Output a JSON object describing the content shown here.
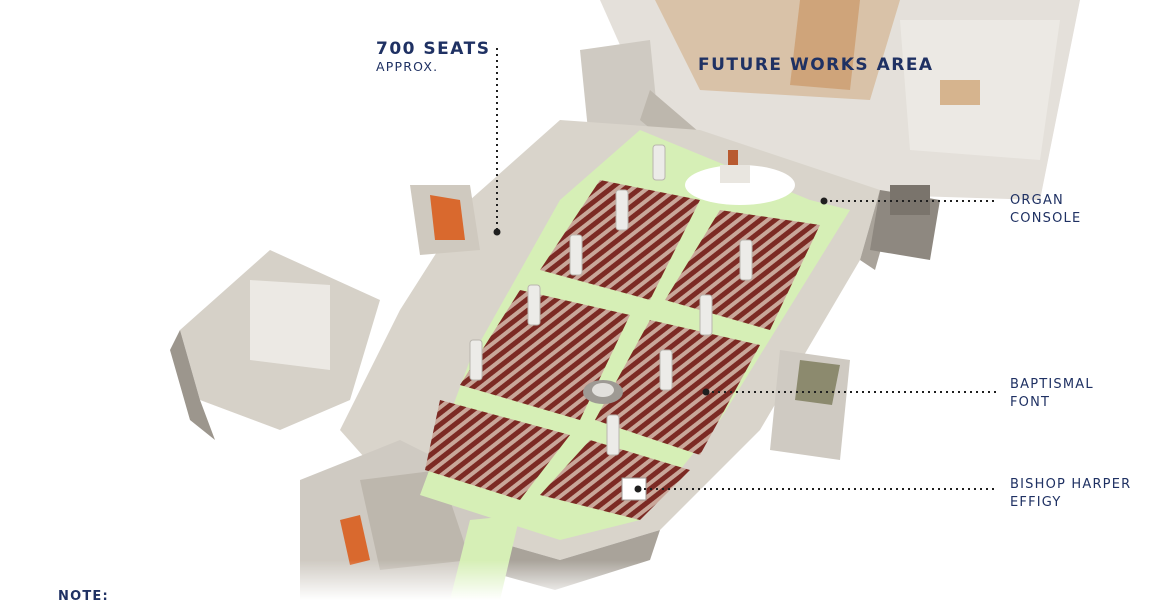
{
  "labels": {
    "seats_line1": "700 SEATS",
    "seats_line2": "APPROX.",
    "future_works": "FUTURE WORKS AREA",
    "organ_line1": "ORGAN",
    "organ_line2": "CONSOLE",
    "font_line1": "BAPTISMAL",
    "font_line2": "FONT",
    "effigy_line1": "BISHOP HARPER",
    "effigy_line2": "EFFIGY",
    "note": "NOTE:"
  },
  "colors": {
    "label_text": "#1f3163",
    "stone": "#d9d4cb",
    "stone_dark": "#a9a39a",
    "walkway": "#d6efb6",
    "pew": "#7c2a24",
    "accent_orange": "#d9692e"
  }
}
